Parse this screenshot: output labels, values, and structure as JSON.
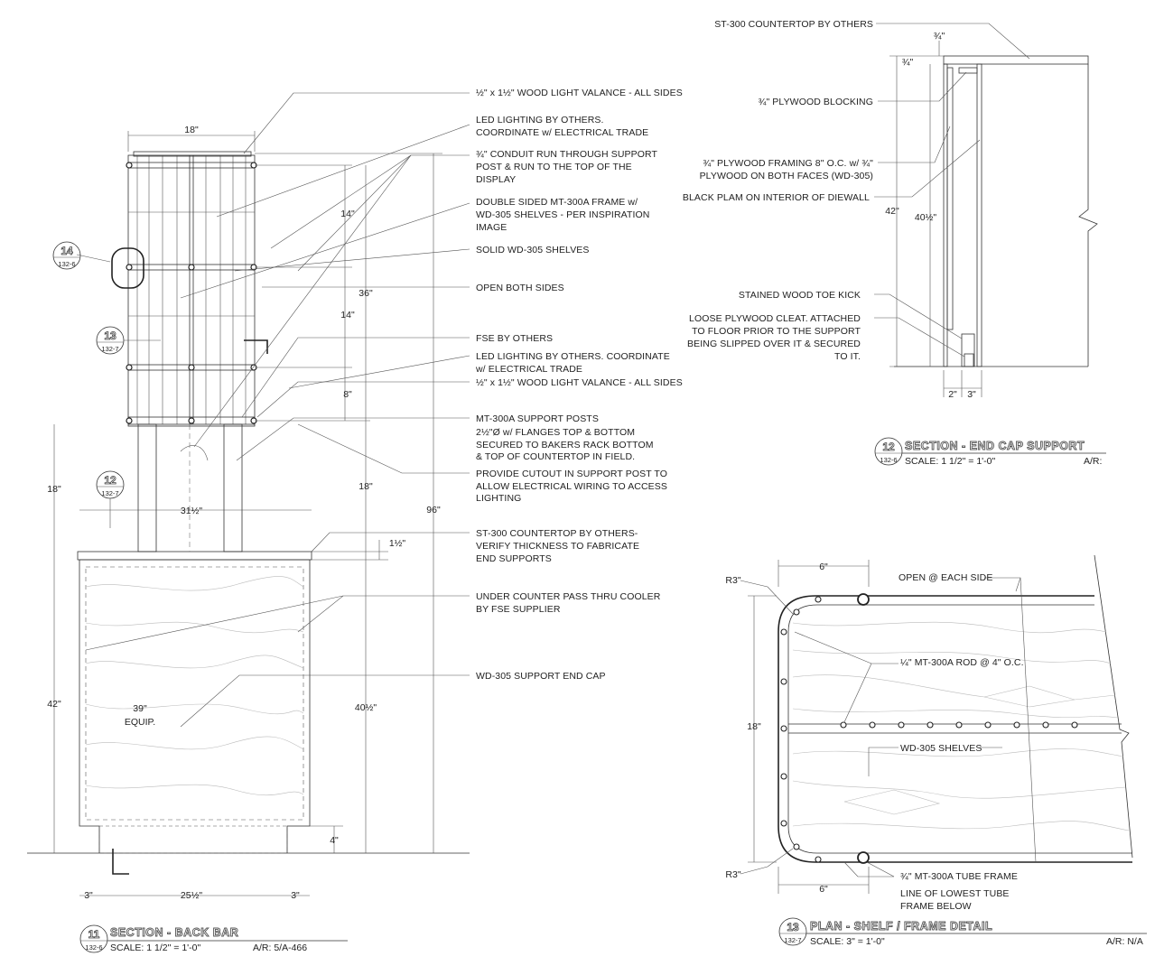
{
  "drawing_11": {
    "title_number": "11",
    "title_sheet": "132-6",
    "title": "SECTION - BACK BAR",
    "scale": "SCALE: 1 1/2\" = 1'-0\"",
    "ref": "A/R: 5/A-466",
    "dims": {
      "top_width": "18\"",
      "spacing_a": "14\"",
      "spacing_b": "14\"",
      "spacing_c": "8\"",
      "display_height": "36\"",
      "post_height": "18\"",
      "post_height_right": "18\"",
      "overall": "96\"",
      "counter_width": "31½\"",
      "countertop_thick": "1½\"",
      "counter_height": "42\"",
      "cap_height": "40½\"",
      "toe": "4\"",
      "equip": "39\"",
      "equip2": "EQUIP.",
      "left_foot": "3\"",
      "base_width": "25½\"",
      "right_foot": "3\""
    },
    "bubbles": [
      {
        "num": "14",
        "sheet": "132-6"
      },
      {
        "num": "13",
        "sheet": "132-7"
      },
      {
        "num": "12",
        "sheet": "132-7"
      }
    ],
    "notes": [
      [
        "½\" x 1½\"  WOOD LIGHT VALANCE - ALL SIDES"
      ],
      [
        "LED LIGHTING BY OTHERS.",
        "COORDINATE w/ ELECTRICAL TRADE"
      ],
      [
        "¾\" CONDUIT RUN THROUGH SUPPORT",
        "POST & RUN TO THE TOP OF THE",
        "DISPLAY"
      ],
      [
        "DOUBLE SIDED MT-300A FRAME w/",
        "WD-305 SHELVES - PER INSPIRATION",
        "IMAGE"
      ],
      [
        "SOLID WD-305 SHELVES"
      ],
      [
        "OPEN BOTH SIDES"
      ],
      [
        "FSE BY OTHERS"
      ],
      [
        "LED LIGHTING BY OTHERS.  COORDINATE",
        "w/ ELECTRICAL TRADE"
      ],
      [
        "½\" x 1½\"  WOOD LIGHT VALANCE - ALL SIDES"
      ],
      [
        "MT-300A SUPPORT POSTS",
        "2½\"Ø w/ FLANGES TOP & BOTTOM",
        "SECURED TO BAKERS RACK BOTTOM",
        "& TOP OF COUNTERTOP IN FIELD."
      ],
      [
        "PROVIDE CUTOUT IN SUPPORT POST TO",
        "ALLOW ELECTRICAL WIRING TO ACCESS",
        "LIGHTING"
      ],
      [
        "ST-300 COUNTERTOP BY OTHERS-",
        "VERIFY THICKNESS TO FABRICATE",
        "END SUPPORTS"
      ],
      [
        "UNDER COUNTER PASS THRU COOLER",
        "BY FSE SUPPLIER"
      ],
      [
        "WD-305 SUPPORT END CAP"
      ]
    ]
  },
  "drawing_12": {
    "title_number": "12",
    "title_sheet": "132-6",
    "title": "SECTION - END CAP SUPPORT",
    "scale": "SCALE: 1 1/2\" = 1'-0\"",
    "ref": "A/R:",
    "dims": {
      "top": "¾\"",
      "side": "¾\"",
      "height": "42\"",
      "inner": "40½\"",
      "bottom_a": "2\"",
      "bottom_b": "3\""
    },
    "notes": [
      [
        "ST-300 COUNTERTOP BY OTHERS"
      ],
      [
        "¾\" PLYWOOD BLOCKING"
      ],
      [
        "¾\" PLYWOOD FRAMING 8\" O.C. w/ ¾\"",
        "PLYWOOD ON BOTH FACES (WD-305)"
      ],
      [
        "BLACK PLAM ON INTERIOR OF DIEWALL"
      ],
      [
        "STAINED WOOD TOE KICK"
      ],
      [
        "LOOSE PLYWOOD CLEAT.  ATTACHED",
        "TO FLOOR PRIOR TO THE SUPPORT",
        "BEING SLIPPED OVER IT & SECURED",
        "TO IT."
      ]
    ]
  },
  "drawing_13": {
    "title_number": "13",
    "title_sheet": "132-7",
    "title": "PLAN - SHELF / FRAME DETAIL",
    "scale": "SCALE: 3\" = 1'-0\"",
    "ref": "A/R: N/A",
    "dims": {
      "r_top": "R3\"",
      "r_bottom": "R3\"",
      "top": "6\"",
      "bottom": "6\"",
      "depth": "18\""
    },
    "notes": [
      [
        "OPEN @ EACH SIDE"
      ],
      [
        "¼\" MT-300A ROD @  4\" O.C."
      ],
      [
        "WD-305 SHELVES"
      ],
      [
        "¾\" MT-300A TUBE FRAME"
      ],
      [
        "LINE OF LOWEST TUBE",
        "FRAME BELOW"
      ]
    ]
  }
}
